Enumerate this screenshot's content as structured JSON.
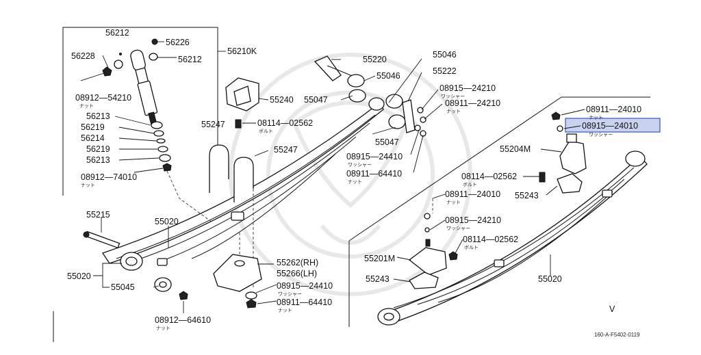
{
  "labels": {
    "l56212": "56212",
    "l56226": "56226",
    "l56228": "56228",
    "l56212b": "56212",
    "l56210k": "56210K",
    "l08912_54210": "08912—54210",
    "l56213a": "56213",
    "l56219a": "56219",
    "l56214": "56214",
    "l56219b": "56219",
    "l56213b": "56213",
    "l08912_74010": "08912—74010",
    "l55220": "55220",
    "l55046a": "55046",
    "l55046b": "55046",
    "l55222": "55222",
    "l55240": "55240",
    "l55047a": "55047",
    "l08915_24210a": "08915—24210",
    "l08911_24210": "08911—24210",
    "l55247a": "55247",
    "l08114_02562a": "08114—02562",
    "l55247b": "55247",
    "l55047b": "55047",
    "l08915_24410a": "08915—24410",
    "l08911_64410a": "08911—64410",
    "l08911_24010a": "08911—24010",
    "l08915_24010": "08915—24010",
    "l55204m": "55204M",
    "l08114_02562b": "08114—02562",
    "l55243a": "55243",
    "l08911_24010b": "08911—24010",
    "l08915_24210b": "08915—24210",
    "l08114_02562c": "08114—02562",
    "l55201m": "55201M",
    "l55243b": "55243",
    "l55020c": "55020",
    "l55215": "55215",
    "l55020a": "55020",
    "l55020b": "55020",
    "l55045": "55045",
    "l55262": "55262(RH)",
    "l55266": "55266(LH)",
    "l08915_24410b": "08915—24410",
    "l08911_64410b": "08911—64410",
    "l08912_64610": "08912—64610",
    "lV": "V",
    "code": "160-A-F5402-0119"
  },
  "subs": {
    "nut": "ナット",
    "washer": "ワッシャー",
    "bolt": "ボルト"
  },
  "highlight": {
    "part": "08915—24010",
    "color": "#3355cc"
  }
}
